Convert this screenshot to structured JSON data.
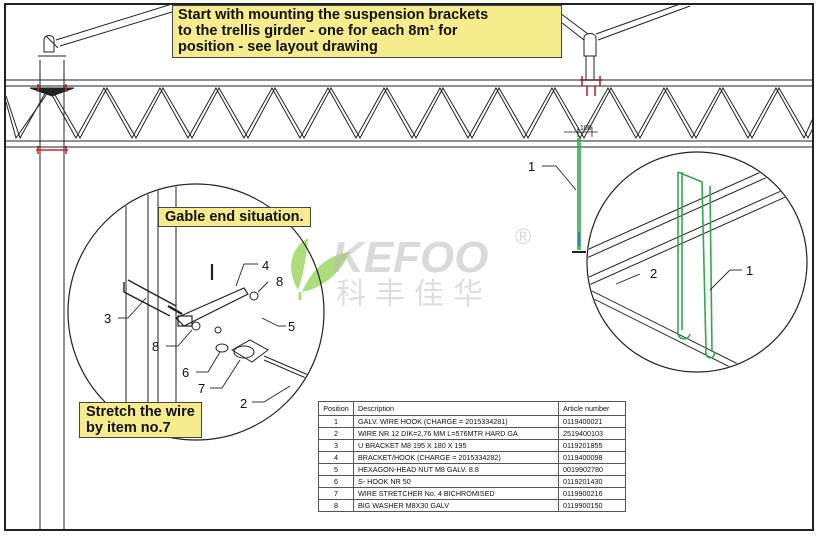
{
  "notes": {
    "top_line1": "Start with mounting the suspension brackets",
    "top_line2": "to the trellis girder - one for each 8m¹ for",
    "top_line3": "position - see layout drawing",
    "gable": "Gable end situation.",
    "stretch_line1": "Stretch the wire",
    "stretch_line2": "by item no.7"
  },
  "watermark": {
    "brand": "KEFOO",
    "registered": "®",
    "chinese": "科丰佳华",
    "leaf_color": "#8fd14f"
  },
  "dimension": "100",
  "callouts": {
    "c1": "1",
    "c1b": "1",
    "c2": "2",
    "c2b": "2",
    "c3": "3",
    "c4": "4",
    "c5": "5",
    "c6": "6",
    "c7": "7",
    "c8a": "8",
    "c8b": "8"
  },
  "colors": {
    "wire": "#2fa84f",
    "bracket_red": "#d22424",
    "note_bg": "#f6ec8d",
    "line": "#222222"
  },
  "table": {
    "headers": [
      "Position",
      "Description",
      "Article number"
    ],
    "rows": [
      [
        "1",
        "GALV. WIRE HOOK (CHARGE = 2015334281)",
        "0119400021"
      ],
      [
        "2",
        "WIRE NR 12 DIK=2,76 MM L=576MTR HARD GA",
        "2519400103"
      ],
      [
        "3",
        "U BRACKET M8 195 X 180 X 195",
        "0119201855"
      ],
      [
        "4",
        "BRACKET/HOOK (CHARGE = 2015334282)",
        "0119400098"
      ],
      [
        "5",
        "HEXAGON-HEAD NUT M8 GALV. 8.8",
        "0019902780"
      ],
      [
        "6",
        "S- HOOK NR 50",
        "0119201430"
      ],
      [
        "7",
        "WIRE STRETCHER No. 4 BICHROMISED",
        "0119900216"
      ],
      [
        "8",
        "BIG WASHER M8X30 GALV",
        "0119900150"
      ]
    ]
  }
}
